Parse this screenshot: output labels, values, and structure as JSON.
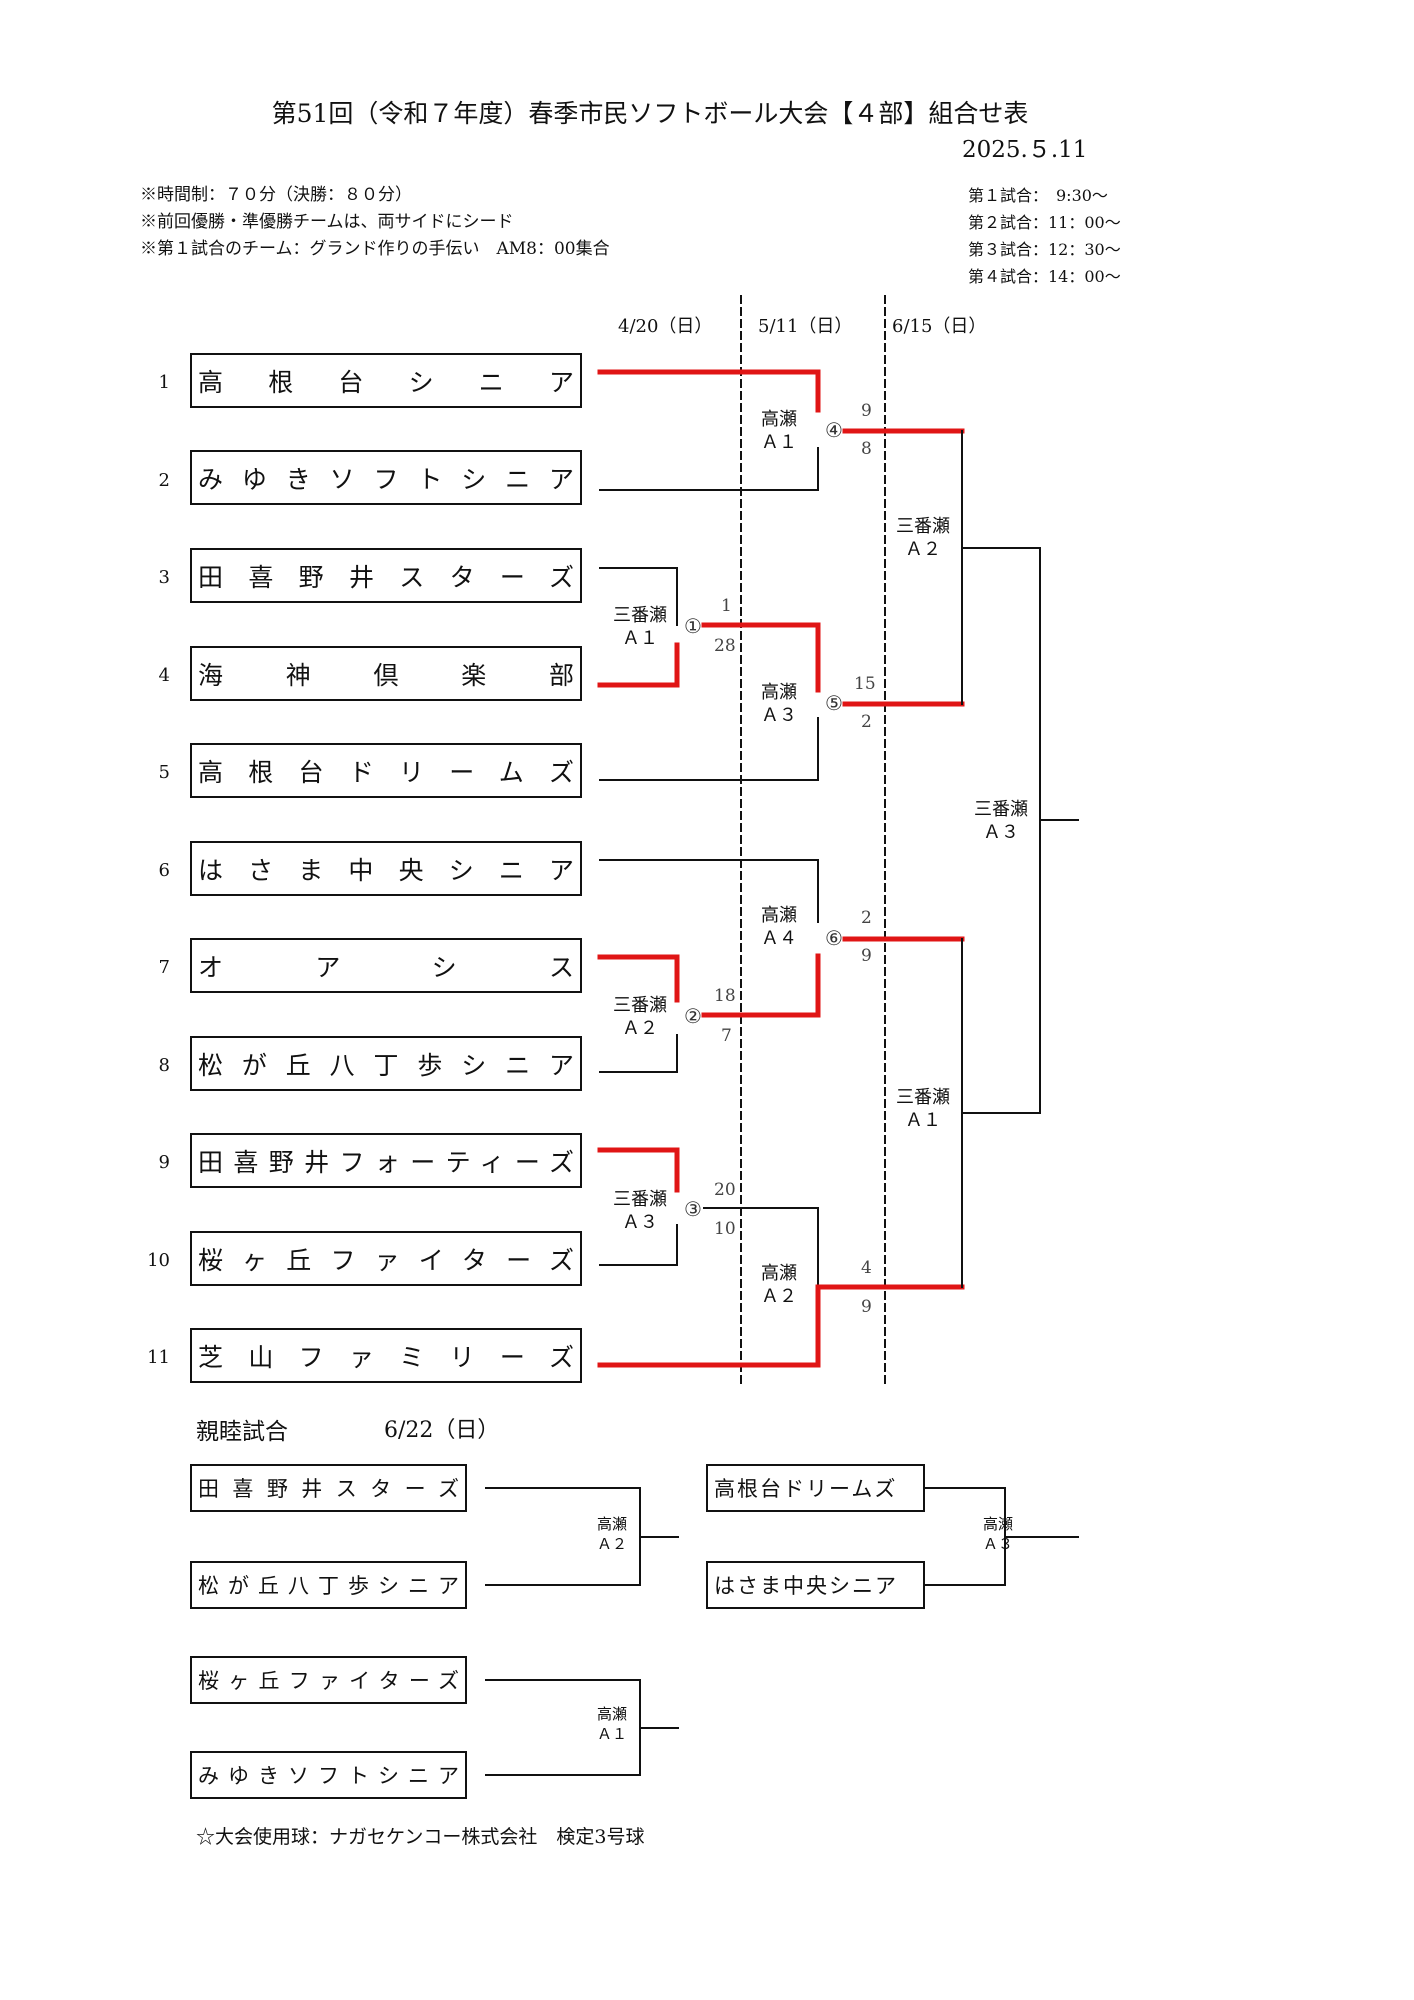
{
  "title": "第51回（令和７年度）春季市民ソフトボール大会【４部】組合せ表",
  "date": "2025.５.11",
  "notes": [
    "※時間制：７０分（決勝：８０分）",
    "※前回優勝・準優勝チームは、両サイドにシード",
    "※第１試合のチーム：グランド作りの手伝い　AM8：00集合"
  ],
  "schedule": [
    "第１試合：　9:30～",
    "第２試合：11：00～",
    "第３試合：12：30～",
    "第４試合：14：00～"
  ],
  "round_dates": [
    "4/20（日）",
    "5/11（日）",
    "6/15（日）"
  ],
  "teams": [
    {
      "no": "1",
      "name": "高根台シニア"
    },
    {
      "no": "2",
      "name": "みゆきソフトシニア"
    },
    {
      "no": "3",
      "name": "田喜野井スターズ"
    },
    {
      "no": "4",
      "name": "海神倶楽部"
    },
    {
      "no": "5",
      "name": "高根台ドリームズ"
    },
    {
      "no": "6",
      "name": "はさま中央シニア"
    },
    {
      "no": "7",
      "name": "オアシス"
    },
    {
      "no": "8",
      "name": "松が丘八丁歩シニア"
    },
    {
      "no": "9",
      "name": "田喜野井フォーティーズ"
    },
    {
      "no": "10",
      "name": "桜ヶ丘ファイターズ"
    },
    {
      "no": "11",
      "name": "芝山ファミリーズ"
    }
  ],
  "round1": [
    {
      "game": "①",
      "venue": [
        "三番瀬",
        "Ａ１"
      ],
      "score_top": "1",
      "score_bottom": "28"
    },
    {
      "game": "②",
      "venue": [
        "三番瀬",
        "Ａ２"
      ],
      "score_top": "18",
      "score_bottom": "7"
    },
    {
      "game": "③",
      "venue": [
        "三番瀬",
        "Ａ３"
      ],
      "score_top": "20",
      "score_bottom": "10"
    }
  ],
  "round2": [
    {
      "game": "④",
      "venue": [
        "高瀬",
        "Ａ１"
      ],
      "score_top": "9",
      "score_bottom": "8"
    },
    {
      "game": "⑤",
      "venue": [
        "高瀬",
        "Ａ３"
      ],
      "score_top": "15",
      "score_bottom": "2"
    },
    {
      "game": "⑥",
      "venue": [
        "高瀬",
        "Ａ４"
      ],
      "score_top": "2",
      "score_bottom": "9"
    },
    {
      "venue": [
        "高瀬",
        "Ａ２"
      ],
      "score_top": "4",
      "score_bottom": "9"
    }
  ],
  "semis": [
    {
      "venue": [
        "三番瀬",
        "Ａ２"
      ]
    },
    {
      "venue": [
        "三番瀬",
        "Ａ１"
      ]
    }
  ],
  "final": {
    "venue": [
      "三番瀬",
      "Ａ３"
    ]
  },
  "friendly": {
    "title": "親睦試合",
    "date": "6/22（日）",
    "matches": [
      {
        "teams": [
          "田喜野井スターズ",
          "松が丘八丁歩シニア"
        ],
        "venue": [
          "高瀬",
          "Ａ２"
        ]
      },
      {
        "teams": [
          "高根台ドリームズ",
          "はさま中央シニア"
        ],
        "venue": [
          "高瀬",
          "Ａ３"
        ]
      },
      {
        "teams": [
          "桜ヶ丘ファイターズ",
          "みゆきソフトシニア"
        ],
        "venue": [
          "高瀬",
          "Ａ１"
        ]
      }
    ]
  },
  "footer": "☆大会使用球：ナガセケンコー株式会社　検定3号球",
  "colors": {
    "winner_line": "#e01515",
    "line": "#111111"
  }
}
